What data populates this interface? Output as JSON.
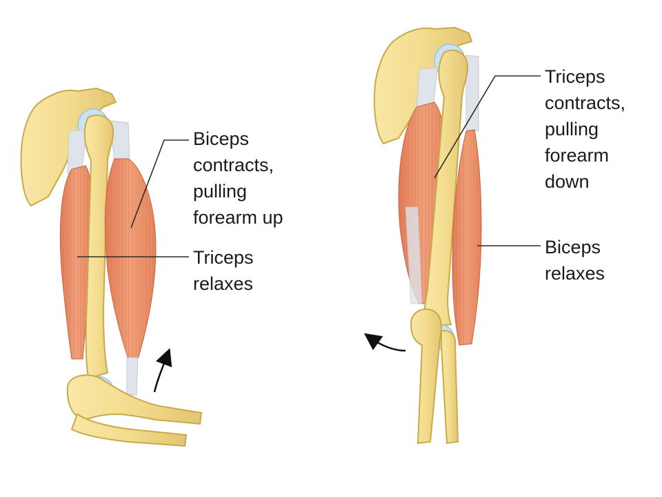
{
  "panels": {
    "left": {
      "biceps_label": [
        "Biceps",
        "contracts,",
        "pulling",
        "forearm up"
      ],
      "triceps_label": [
        "Triceps",
        "relaxes"
      ]
    },
    "right": {
      "triceps_label": [
        "Triceps",
        "contracts,",
        "pulling",
        "forearm",
        "down"
      ],
      "biceps_label": [
        "Biceps",
        "relaxes"
      ]
    }
  },
  "colors": {
    "bone": "#f3dc8e",
    "bone_outline": "#c9a94a",
    "muscle": "#eb9068",
    "muscle_light": "#f6b596",
    "tendon": "#dfe3ea",
    "cartilage": "#c9e3f2",
    "arrow": "#111111"
  }
}
